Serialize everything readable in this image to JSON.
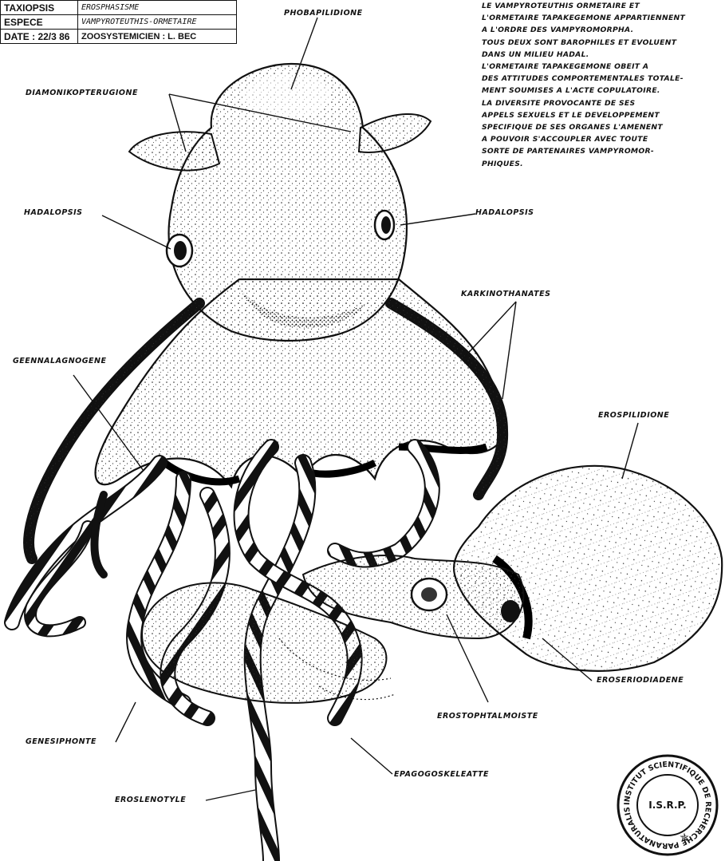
{
  "id_table": {
    "rows": [
      {
        "key": "TAXIOPSIS",
        "value": "EROSPHASISME"
      },
      {
        "key": "ESPECE",
        "value": "VAMPYROTEUTHIS-ORMETAIRE"
      },
      {
        "key": "DATE : 22/3 86",
        "value": "ZOOSYSTEMICIEN : L. BEC"
      }
    ]
  },
  "notes": [
    "LE VAMPYROTEUTHIS ORMETAIRE ET",
    "L'ORMETAIRE TAPAKEGEMONE APPARTIENNENT",
    "A L'ORDRE DES VAMPYROMORPHA.",
    "TOUS DEUX SONT BAROPHILES ET EVOLUENT",
    "DANS UN MILIEU HADAL.",
    "L'ORMETAIRE TAPAKEGEMONE OBEIT A",
    "DES ATTITUDES COMPORTEMENTALES TOTALE-",
    "MENT SOUMISES A L'ACTE COPULATOIRE.",
    "LA DIVERSITE PROVOCANTE DE SES",
    "APPELS SEXUELS ET LE DEVELOPPEMENT",
    "SPECIFIQUE DE SES ORGANES L'AMENENT",
    "A POUVOIR S'ACCOUPLER AVEC TOUTE",
    "SORTE DE PARTENAIRES VAMPYROMOR-",
    "PHIQUES."
  ],
  "labels": {
    "phobapilidione": "PHOBAPILIDIONE",
    "diamonikopterugione": "DIAMONIKOPTERUGIONE",
    "hadalopsis_left": "HADALOPSIS",
    "hadalopsis_right": "HADALOPSIS",
    "karkinothanates": "KARKINOTHANATES",
    "geennalagnogene": "GEENNALAGNOGENE",
    "erospilidione": "EROSPILIDIONE",
    "eroseriodiadene": "EROSERIODIADENE",
    "erostophtalmoiste": "EROSTOPHTALMOISTE",
    "genesiphonte": "GENESIPHONTE",
    "epagogoskeleatte": "EPAGOGOSKELEATTE",
    "eroslenotyle": "EROSLENOTYLE"
  },
  "stamp": {
    "ring_text": "INSTITUT SCIENTIFIQUE DE RECHERCHE PARANATURALISTE",
    "center_text": "I.S.R.P."
  }
}
